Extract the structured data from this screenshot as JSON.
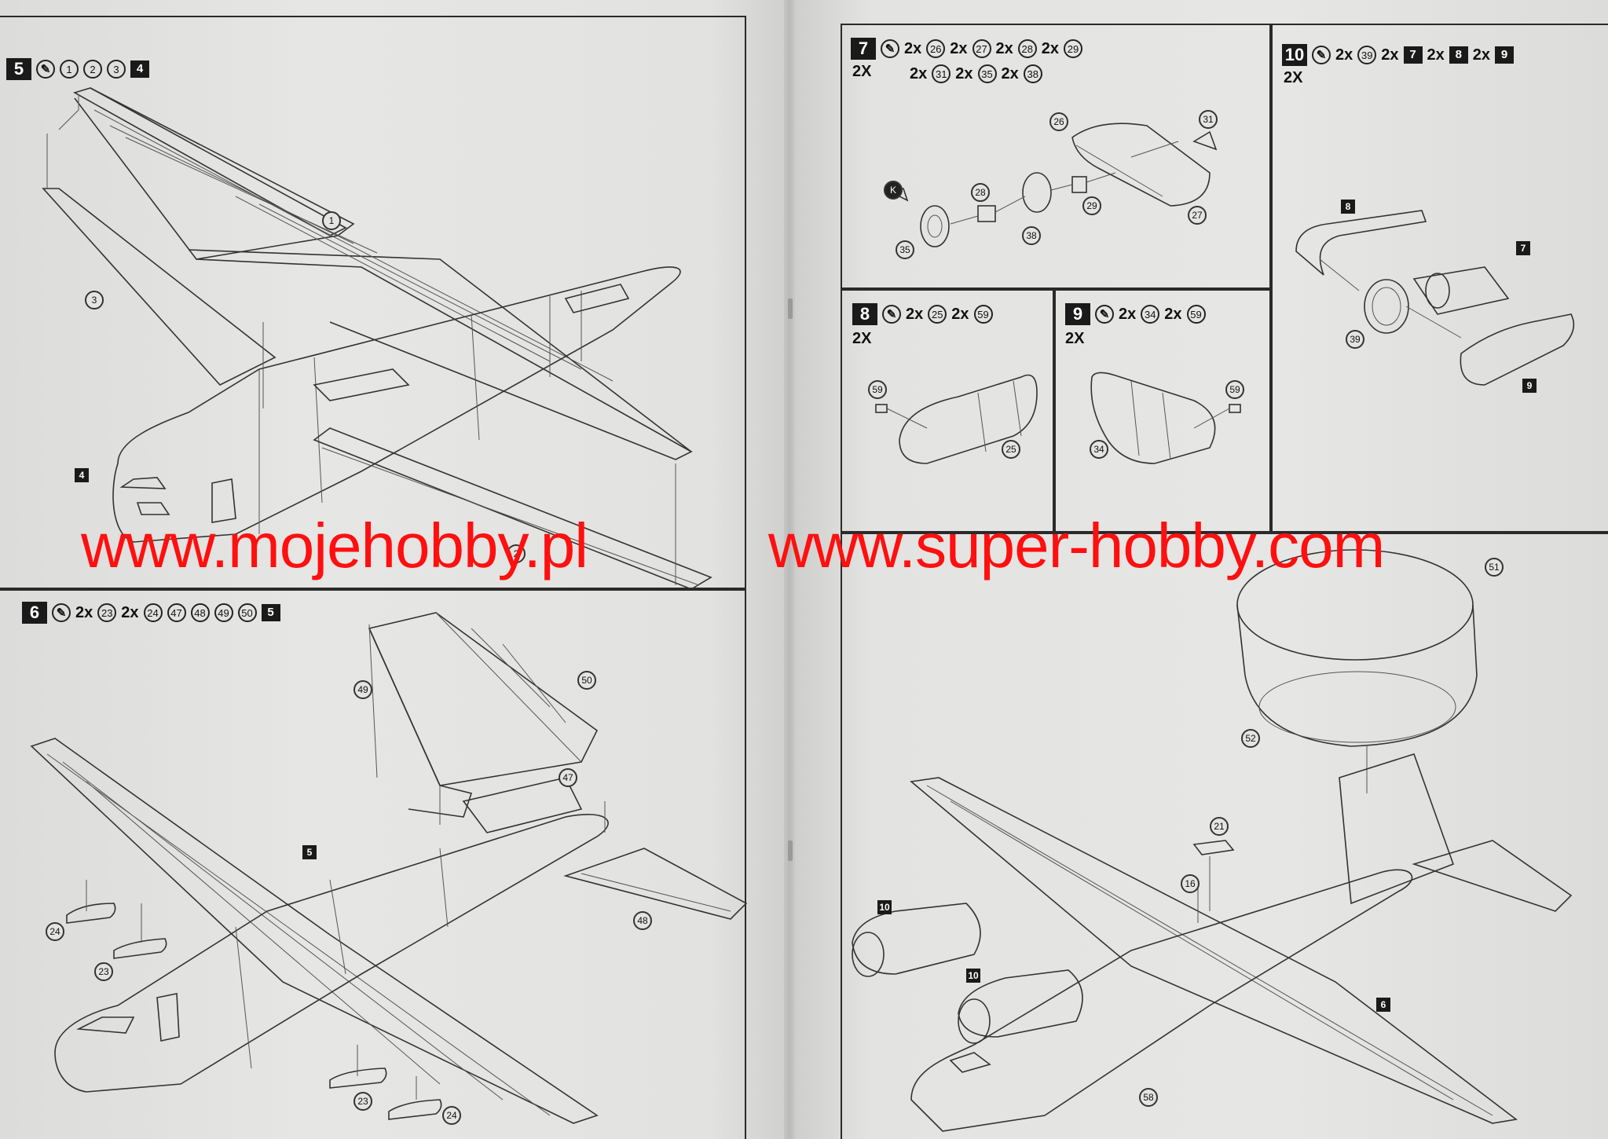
{
  "page": {
    "watermark_left": "www.mojehobby.pl",
    "watermark_right": "www.super-hobby.com"
  },
  "step5": {
    "number": "5",
    "parts": [
      "1",
      "2",
      "3"
    ],
    "subassembly": "4",
    "callouts": {
      "part1": "1",
      "part2": "2",
      "part3": "3",
      "sub4": "4"
    }
  },
  "step6": {
    "number": "6",
    "multiplier_a": "2x",
    "part_a": "23",
    "multiplier_b": "2x",
    "parts_b": [
      "24",
      "47",
      "48",
      "49",
      "50"
    ],
    "subassembly": "5",
    "callouts": {
      "p49": "49",
      "p50": "50",
      "p47": "47",
      "p48": "48",
      "sub5": "5",
      "p24a": "24",
      "p23a": "23",
      "p23b": "23",
      "p24b": "24"
    }
  },
  "step7": {
    "number": "7",
    "qty": "2X",
    "row1": [
      [
        "2x",
        "26"
      ],
      [
        "2x",
        "27"
      ],
      [
        "2x",
        "28"
      ],
      [
        "2x",
        "29"
      ]
    ],
    "row2": [
      [
        "2x",
        "31"
      ],
      [
        "2x",
        "35"
      ],
      [
        "2x",
        "38"
      ]
    ],
    "callouts": {
      "p26": "26",
      "p31": "31",
      "p28": "28",
      "p29": "29",
      "p27": "27",
      "p35": "35",
      "p38": "38",
      "k": "K"
    }
  },
  "step8": {
    "number": "8",
    "qty": "2X",
    "row": [
      [
        "2x",
        "25"
      ],
      [
        "2x",
        "59"
      ]
    ],
    "callouts": {
      "p59": "59",
      "p25": "25"
    }
  },
  "step9": {
    "number": "9",
    "qty": "2X",
    "row": [
      [
        "2x",
        "34"
      ],
      [
        "2x",
        "59"
      ]
    ],
    "callouts": {
      "p59": "59",
      "p34": "34"
    }
  },
  "step10": {
    "number": "10",
    "qty": "2X",
    "part_mult": "2x",
    "part": "39",
    "subs": [
      [
        "2x",
        "7"
      ],
      [
        "2x",
        "8"
      ],
      [
        "2x",
        "9"
      ]
    ],
    "callouts": {
      "sub8": "8",
      "sub7": "7",
      "p39": "39",
      "sub9": "9"
    }
  },
  "step11": {
    "callouts": {
      "p51": "51",
      "p52": "52",
      "p21": "21",
      "p16": "16",
      "sub10a": "10",
      "sub10b": "10",
      "sub6": "6",
      "p58": "58"
    }
  }
}
